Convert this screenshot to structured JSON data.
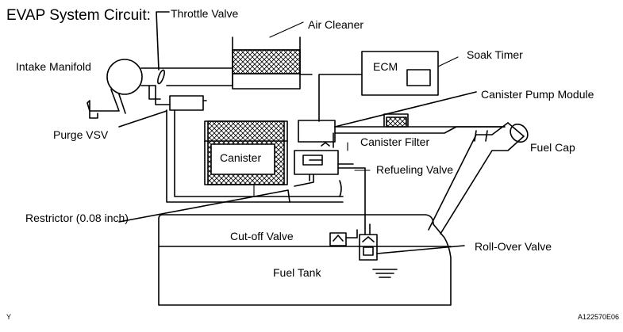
{
  "title": "EVAP System Circuit:",
  "labels": {
    "throttle_valve": "Throttle Valve",
    "air_cleaner": "Air Cleaner",
    "intake_manifold": "Intake Manifold",
    "ecm": "ECM",
    "soak_timer": "Soak Timer",
    "canister_pump_module": "Canister Pump Module",
    "purge_vsv": "Purge VSV",
    "canister_filter": "Canister Filter",
    "canister": "Canister",
    "fuel_cap": "Fuel Cap",
    "refueling_valve": "Refueling Valve",
    "restrictor": "Restrictor (0.08 inch)",
    "cutoff_valve": "Cut-off Valve",
    "rollover_valve": "Roll-Over Valve",
    "fuel_tank": "Fuel Tank"
  },
  "footer": {
    "left_mark": "Y",
    "figure_id": "A122570E06"
  },
  "colors": {
    "line": "#000000",
    "background": "#ffffff"
  }
}
